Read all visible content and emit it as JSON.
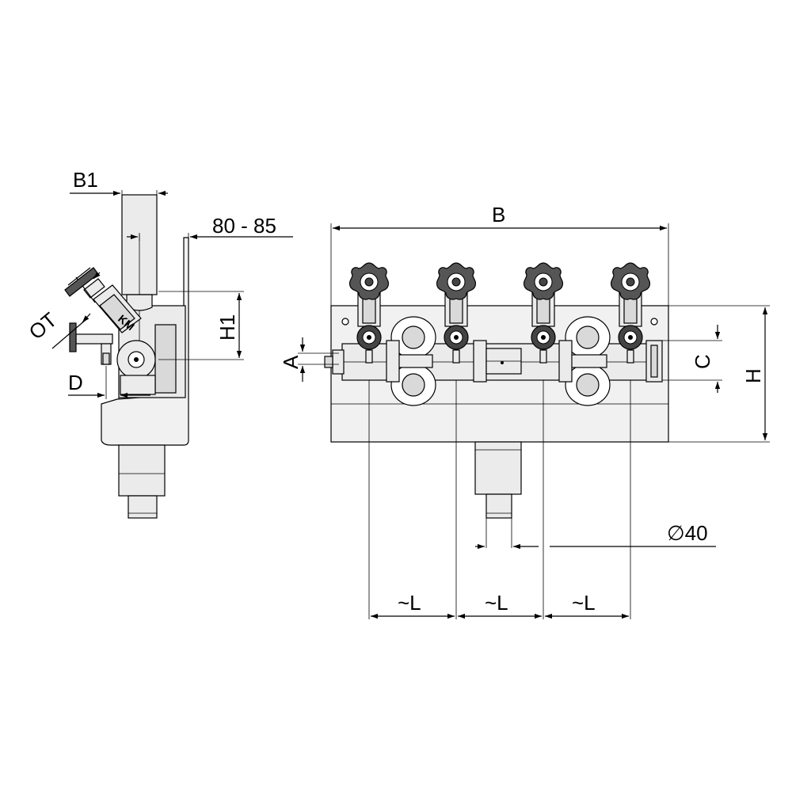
{
  "dimensions": {
    "b1": "B1",
    "depth_range": "80 - 85",
    "ot": "OT",
    "h1": "H1",
    "d": "D",
    "b": "B",
    "a": "A",
    "c": "C",
    "h": "H",
    "diameter_symbol": "∅",
    "diameter_value": "40",
    "spacing_labels": [
      "~L",
      "~L",
      "~L"
    ]
  }
}
